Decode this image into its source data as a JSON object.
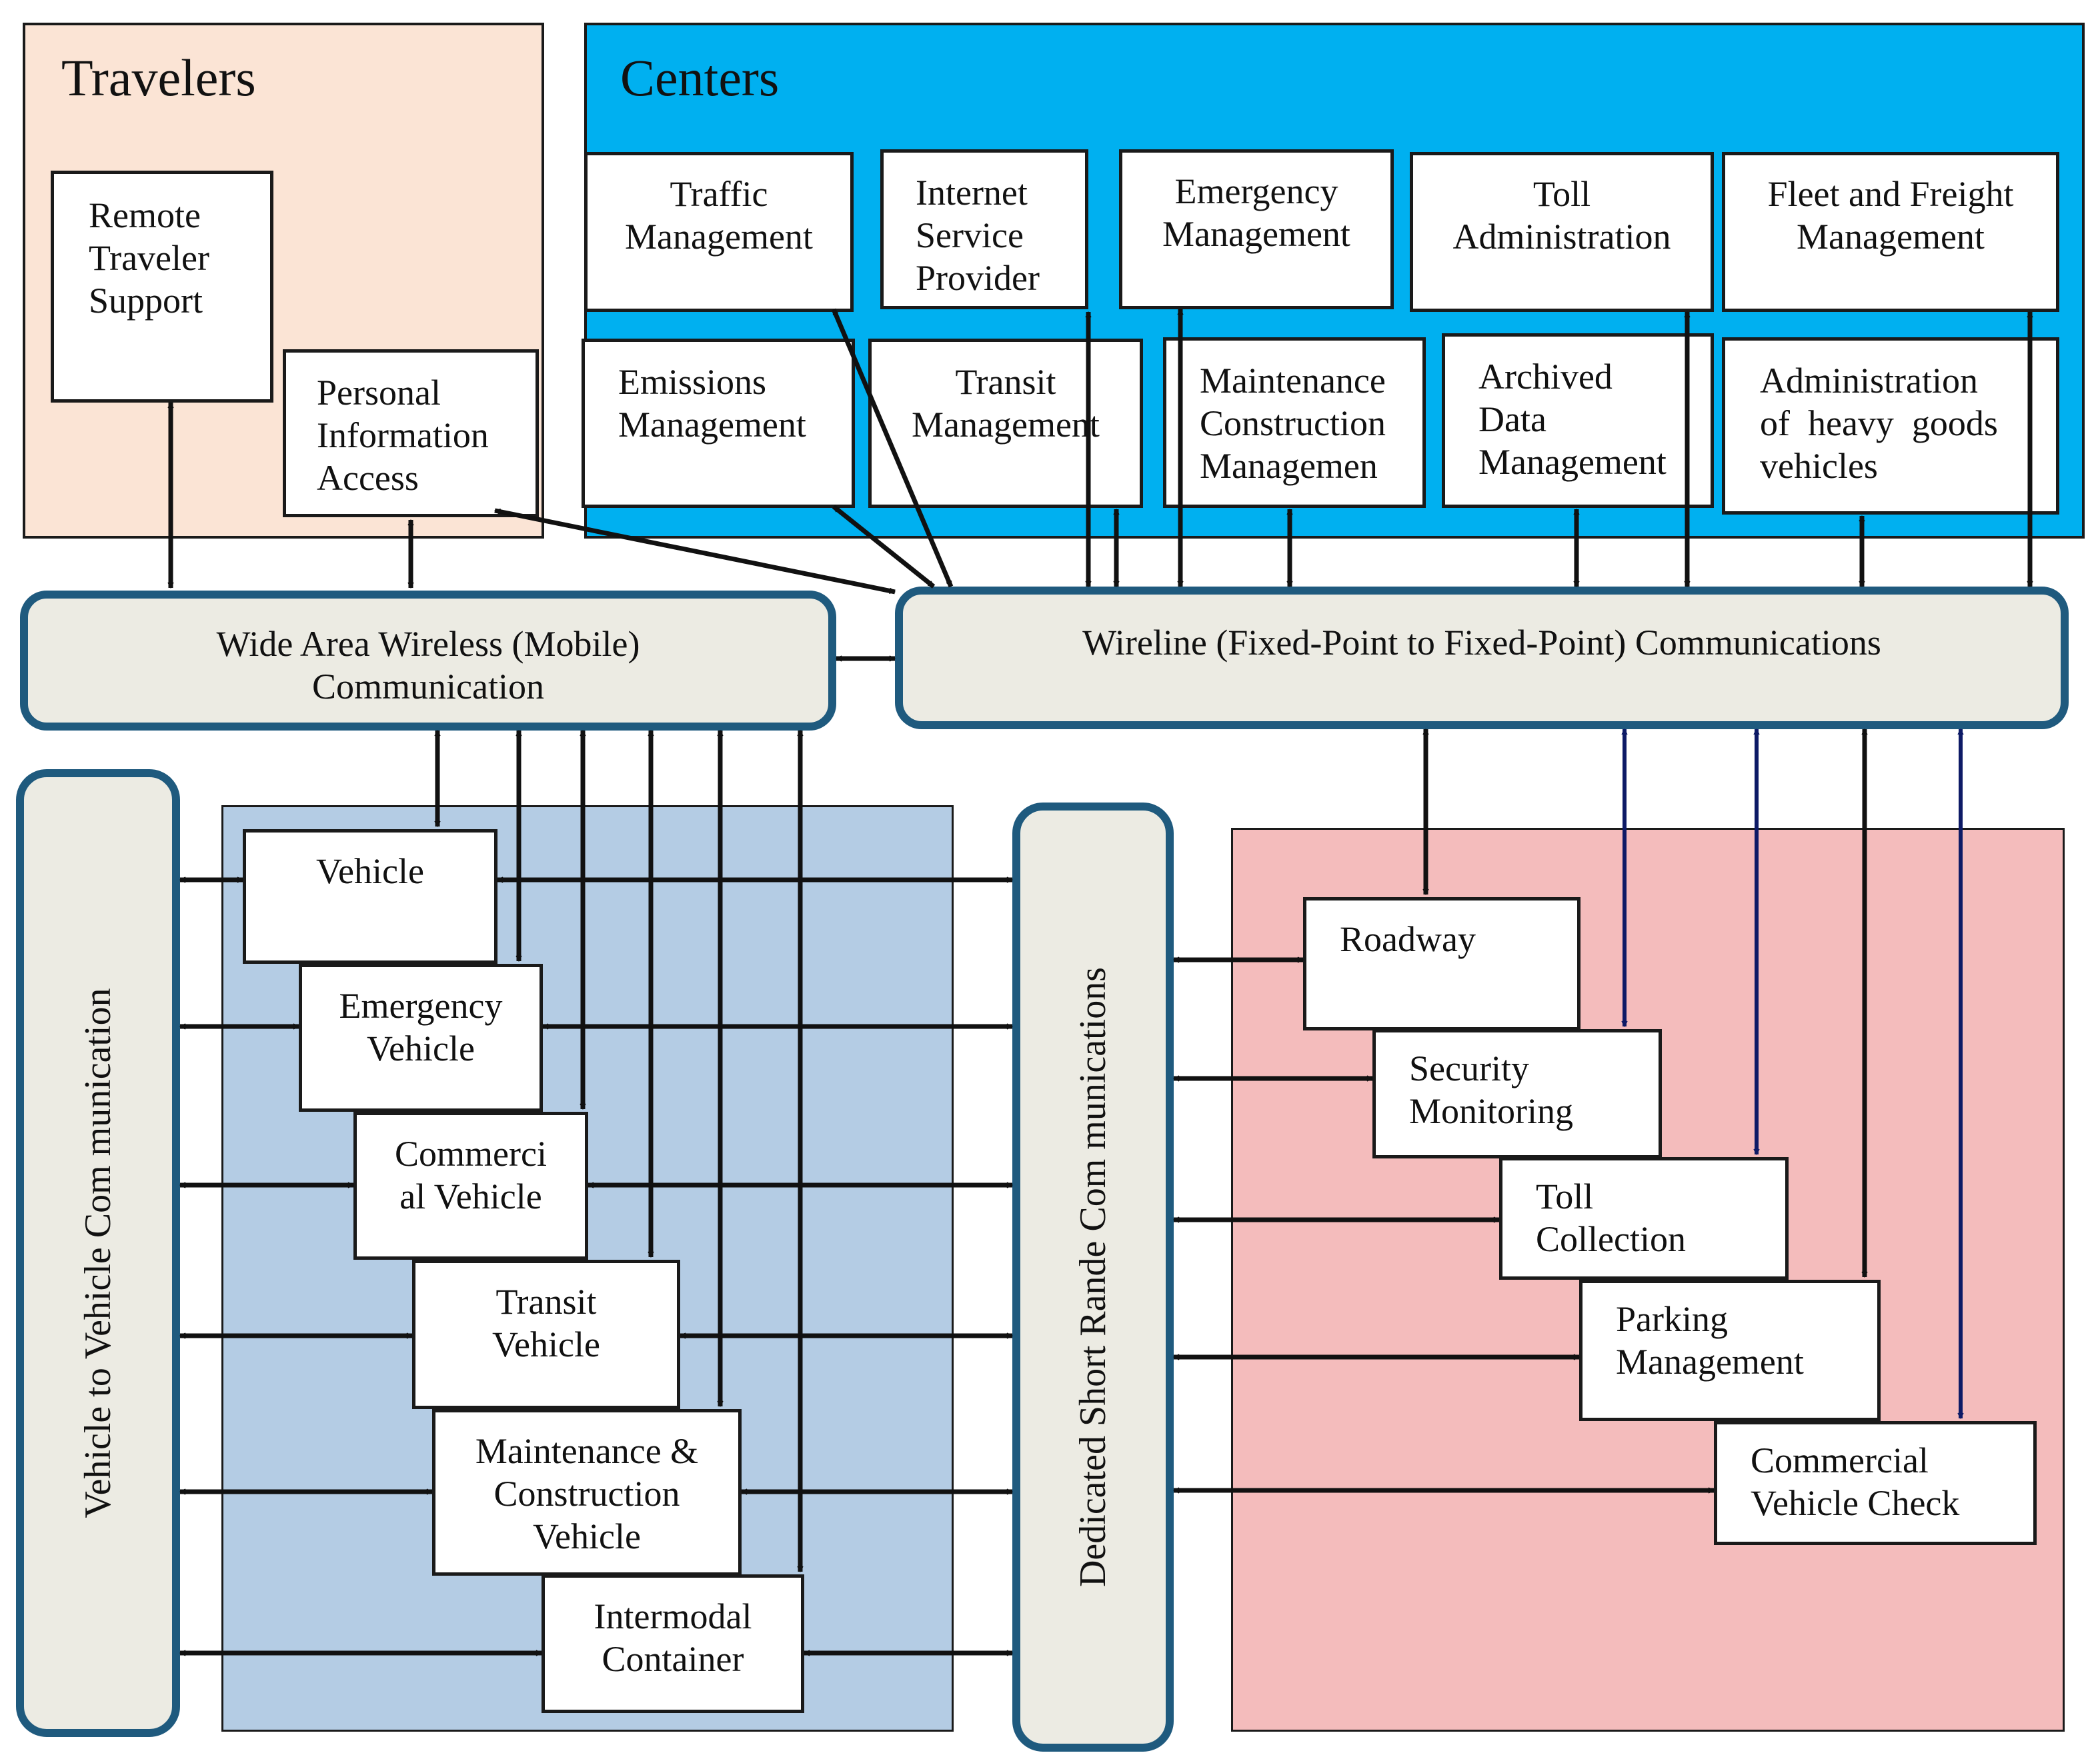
{
  "regions": {
    "travelers": {
      "title": "Travelers",
      "remote_traveler_support": [
        "Remote",
        "Traveler",
        "Support"
      ],
      "personal_information_access": [
        "Personal",
        "Information",
        "Access"
      ]
    },
    "centers": {
      "title": "Centers",
      "traffic_management": [
        "Traffic",
        "Management"
      ],
      "internet_service_provider": [
        "Internet",
        "Service",
        "Provider"
      ],
      "emergency_management": [
        "Emergency",
        "Management"
      ],
      "toll_administration": [
        "Toll",
        "Administration"
      ],
      "fleet_and_freight_management": [
        "Fleet and Freight",
        "Management"
      ],
      "emissions_management": [
        "Emissions",
        "Management"
      ],
      "transit_management": [
        "Transit",
        "Management"
      ],
      "maintenance_construction_management": [
        "Maintenance",
        "Construction",
        "Managemen"
      ],
      "archived_data_management": [
        "Archived",
        "Data",
        "Management"
      ],
      "administration_heavy_goods": [
        "Administration",
        "of  heavy  goods",
        "vehicles"
      ]
    },
    "vehicles": {
      "vehicle": [
        "Vehicle"
      ],
      "emergency_vehicle": [
        "Emergency",
        "Vehicle"
      ],
      "commercial_vehicle": [
        "Commerci",
        "al Vehicle"
      ],
      "transit_vehicle": [
        "Transit",
        "Vehicle"
      ],
      "maintenance_construction_vehicle": [
        "Maintenance &",
        "Construction",
        "Vehicle"
      ],
      "intermodal_container": [
        "Intermodal",
        "Container"
      ]
    },
    "field": {
      "roadway": [
        "Roadway"
      ],
      "security_monitoring": [
        "Security",
        "Monitoring"
      ],
      "toll_collection": [
        "Toll",
        "Collection"
      ],
      "parking_management": [
        "Parking",
        "Management"
      ],
      "commercial_vehicle_check": [
        "Commercial",
        "Vehicle Check"
      ]
    }
  },
  "communications": {
    "wide_area_wireless": [
      "Wide Area Wireless (Mobile)",
      "Communication"
    ],
    "wireline": [
      "Wireline (Fixed-Point to Fixed-Point) Communications"
    ],
    "vehicle_to_vehicle": "Vehicle to Vehicle Com munication",
    "dedicated_short_range": "Dedicated Short Rande Com munications"
  },
  "colors": {
    "travelers_bg": "#fbe4d5",
    "centers_bg": "#00b0f0",
    "vehicles_bg": "#b4cce4",
    "field_bg": "#f4bcbc",
    "bus_fill": "#ecebe3",
    "bus_border": "#1f5a7e",
    "arrow_black": "#111111",
    "arrow_navy": "#0d1a66"
  }
}
